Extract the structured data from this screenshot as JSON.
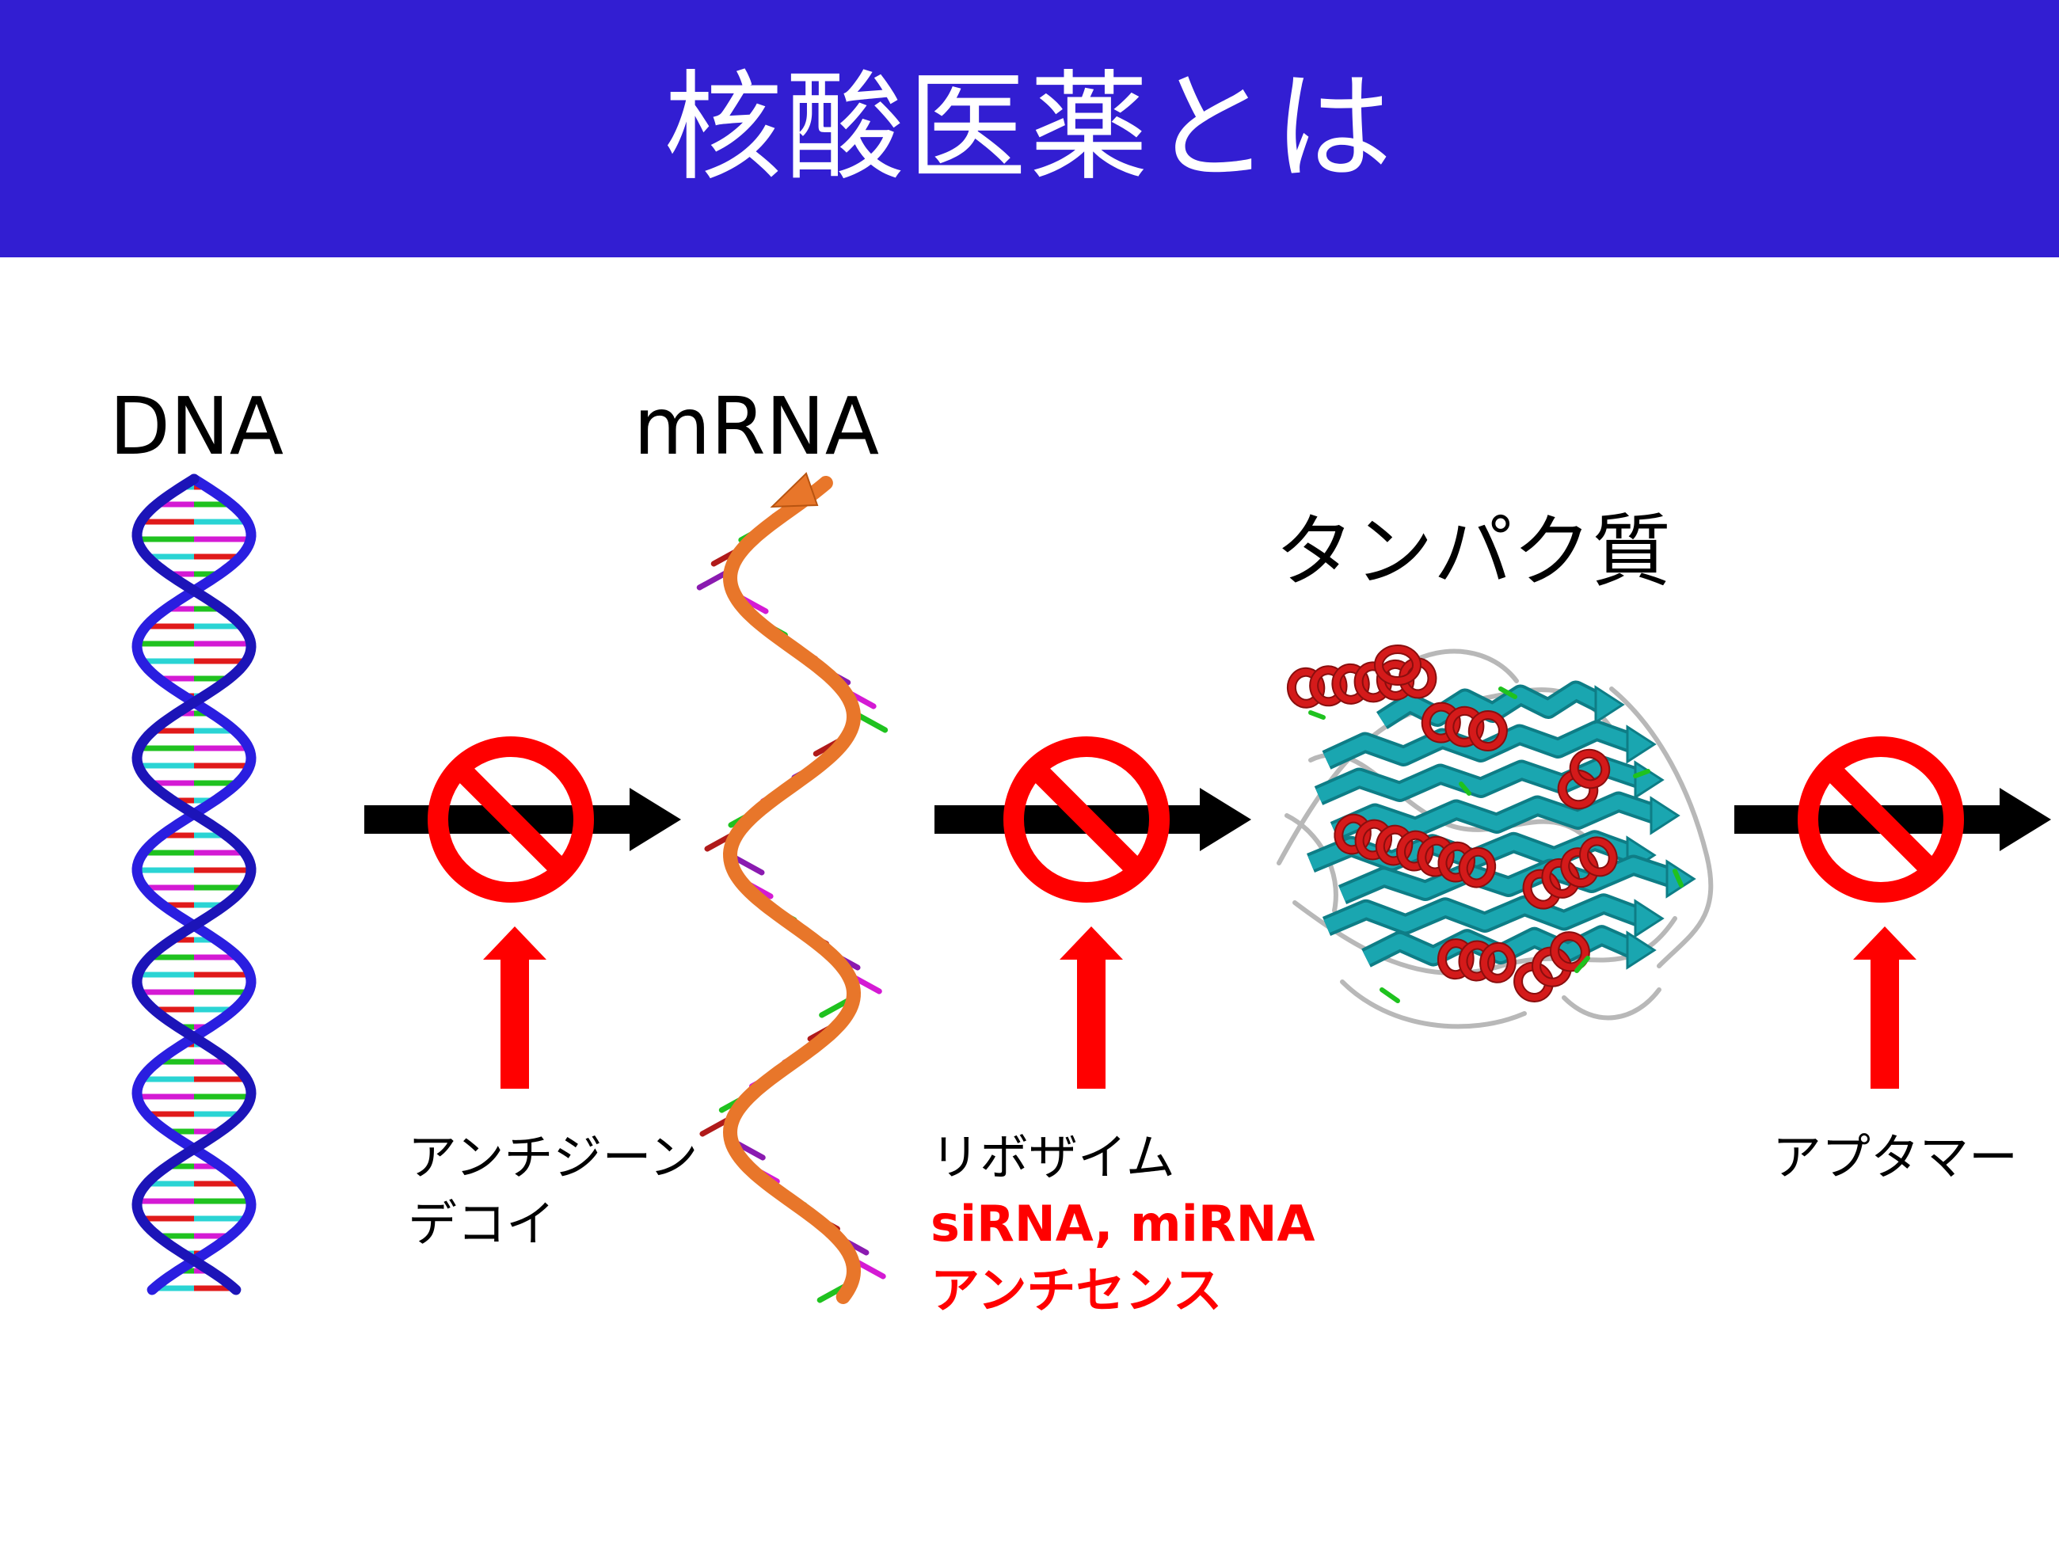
{
  "header": {
    "title": "核酸医薬とは"
  },
  "stages": {
    "dna": "DNA",
    "mrna": "mRNA",
    "protein": "タンパク質"
  },
  "inhibitors": {
    "first": {
      "line1": "アンチジーン",
      "line2": "デコイ"
    },
    "second": {
      "line1": "リボザイム",
      "line2": "siRNA, miRNA",
      "line3": "アンチセンス"
    },
    "third": {
      "line1": "アプタマー"
    }
  },
  "colors": {
    "header_bg": "#321ed2",
    "prohibit_red": "#ff0000",
    "flow_arrow": "#000000",
    "dna_backbone": "#2a1ee0",
    "rna_ribbon": "#e8762a",
    "protein_sheet": "#1aa6b0",
    "protein_helix": "#d41a1a"
  },
  "icons": [
    "dna-double-helix",
    "rna-single-helix",
    "protein-ribbon",
    "prohibited-sign",
    "up-arrow",
    "right-arrow"
  ]
}
